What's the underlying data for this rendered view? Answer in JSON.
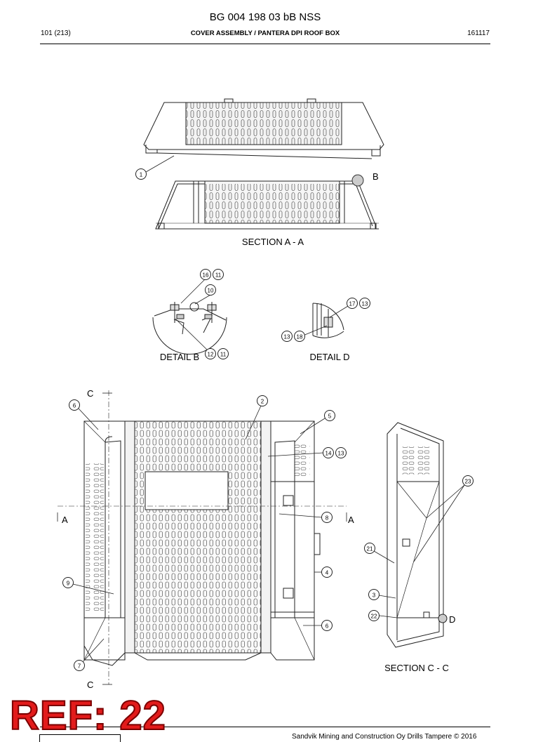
{
  "header": {
    "doc_id": "BG 004 198 03 bB NSS",
    "page": "101 (213)",
    "title": "COVER ASSEMBLY / PANTERA DPI ROOF BOX",
    "date": "161117"
  },
  "drawing": {
    "views": {
      "section_aa": "SECTION A - A",
      "detail_b": "DETAIL B",
      "detail_d": "DETAIL D",
      "section_cc": "SECTION C - C"
    },
    "markers": {
      "b": "B",
      "d": "D",
      "a_left": "A",
      "a_right": "A",
      "c_top": "C",
      "c_bottom": "C"
    },
    "balloons": {
      "b1": "1",
      "b16": "16",
      "b11a": "11",
      "b10": "10",
      "b12": "12",
      "b11b": "11",
      "b17": "17",
      "b13a": "13",
      "b13b": "13",
      "b18": "18",
      "b6a": "6",
      "b2": "2",
      "b5": "5",
      "b14": "14",
      "b13c": "13",
      "b8": "8",
      "b9": "9",
      "b4": "4",
      "b6b": "6",
      "b7": "7",
      "b23": "23",
      "b21": "21",
      "b3": "3",
      "b22": "22"
    }
  },
  "stamp": {
    "text": "REF: 22"
  },
  "footer": {
    "copyright": "Sandvik Mining and Construction Oy Drills Tampere © 2016"
  }
}
